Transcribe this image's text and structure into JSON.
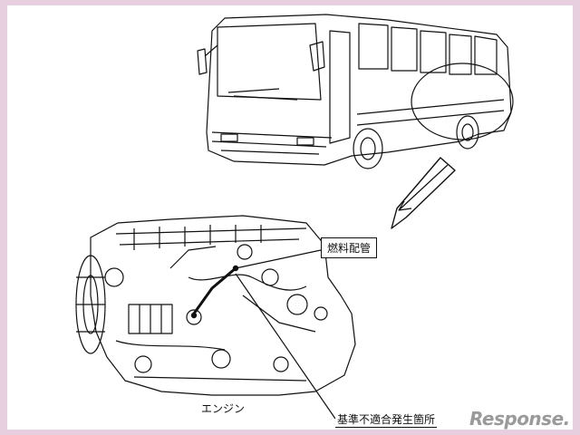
{
  "labels": {
    "fuel_pipe": "燃料配管",
    "defect_location": "基準不適合発生箇所",
    "engine": "エンジン"
  },
  "watermark": "Response.",
  "colors": {
    "border": "#e8cfe0",
    "line": "#111111",
    "watermark": "#9a9a9a"
  }
}
